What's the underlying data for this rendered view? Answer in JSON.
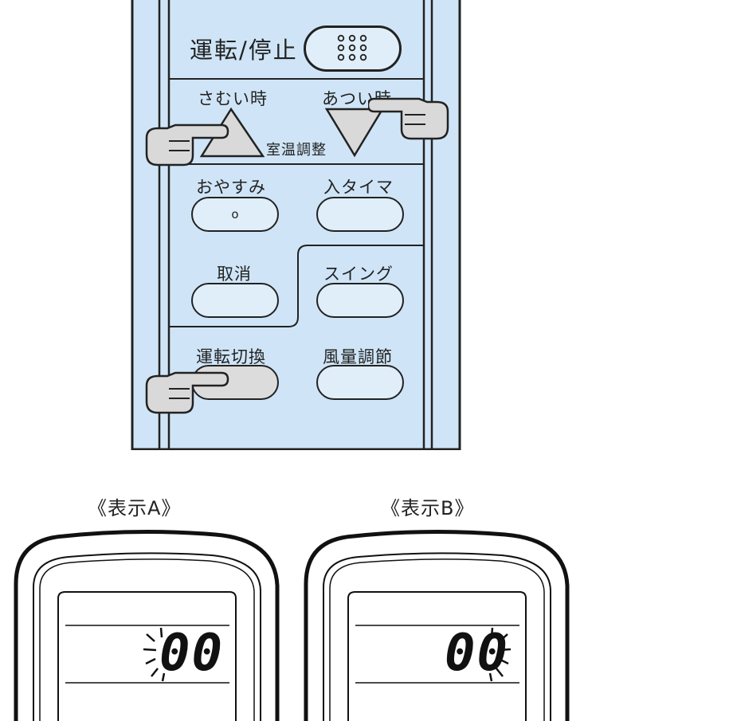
{
  "remote": {
    "power_label": "運転/停止",
    "cold_label": "さむい時",
    "hot_label": "あつい時",
    "temp_label": "室温調整",
    "sleep_label": "おやすみ",
    "sleep_symbol": "o",
    "timer_label": "入タイマ",
    "cancel_label": "取消",
    "swing_label": "スイング",
    "mode_label": "運転切換",
    "fan_label": "風量調節"
  },
  "displays": [
    {
      "title": "《表示A》",
      "digits": "00"
    },
    {
      "title": "《表示B》",
      "digits": "00"
    }
  ],
  "colors": {
    "panel": "#cfe5f7",
    "button_fill": "#dfeef9",
    "pressed_fill": "#d9d9d9",
    "outline": "#222222"
  }
}
